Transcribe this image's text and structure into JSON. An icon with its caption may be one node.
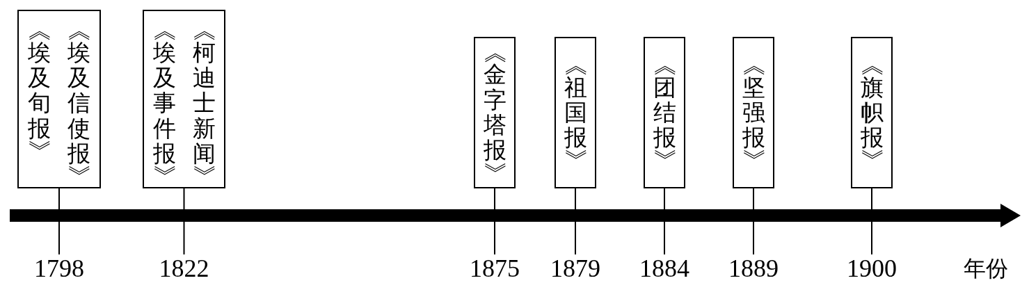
{
  "diagram": {
    "nodes": [
      {
        "text": [
          "《埃及旬报》",
          "《埃及信使报》"
        ]
      },
      {
        "text": [
          "《埃及事件报》",
          "《柯迪士新闻》"
        ]
      },
      {
        "text": [
          "《金字塔报》"
        ]
      },
      {
        "text": [
          "《祖国报》"
        ]
      },
      {
        "text": [
          "《团结报》"
        ]
      },
      {
        "text": [
          "《坚强报》"
        ]
      },
      {
        "text": [
          "《旗帜报》"
        ]
      },
      {
        "text": [
          "1798"
        ]
      },
      {
        "text": [
          "1822"
        ]
      },
      {
        "text": [
          "1875"
        ]
      },
      {
        "text": [
          "1879"
        ]
      },
      {
        "text": [
          "1884"
        ]
      },
      {
        "text": [
          "1889"
        ]
      },
      {
        "text": [
          "1900"
        ]
      }
    ],
    "edges": [
      {
        "from": 0,
        "to": 7,
        "arrow": "none"
      },
      {
        "from": 1,
        "to": 8,
        "arrow": "none"
      },
      {
        "from": 2,
        "to": 9,
        "arrow": "none"
      },
      {
        "from": 3,
        "to": 10,
        "arrow": "none"
      },
      {
        "from": 4,
        "to": 11,
        "arrow": "none"
      },
      {
        "from": 5,
        "to": 12,
        "arrow": "none"
      },
      {
        "from": 6,
        "to": 13,
        "arrow": "none"
      }
    ],
    "labels": [
      "年份"
    ]
  }
}
